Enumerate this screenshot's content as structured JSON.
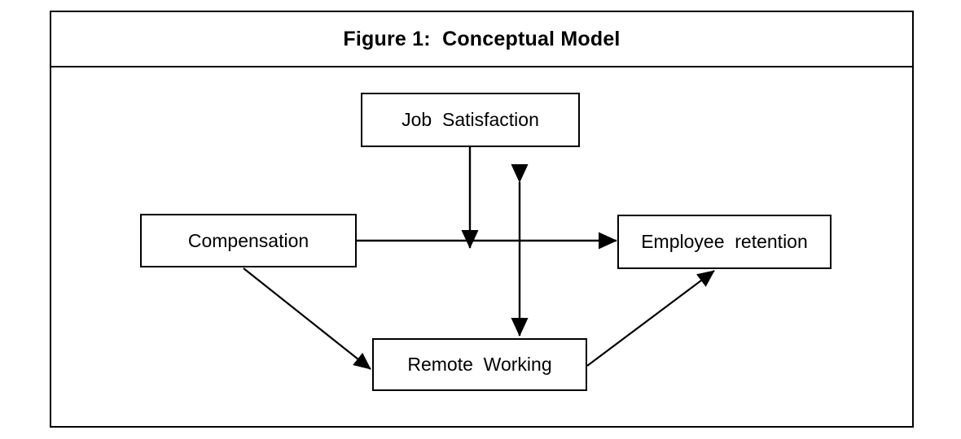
{
  "figure": {
    "title": "Figure 1:  Conceptual Model",
    "frame_color": "#000000",
    "background_color": "#ffffff"
  },
  "nodes": [
    {
      "id": "job-satisfaction",
      "label": "Job  Satisfaction"
    },
    {
      "id": "compensation",
      "label": "Compensation"
    },
    {
      "id": "employee-retention",
      "label": "Employee  retention"
    },
    {
      "id": "remote-working",
      "label": "Remote  Working"
    }
  ],
  "relationships": [
    {
      "from": "Job  Satisfaction",
      "to": "Compensation -> Employee retention path",
      "direction": "one-way-down"
    },
    {
      "from": "Compensation",
      "to": "Employee  retention",
      "direction": "one-way-right"
    },
    {
      "from": "Compensation",
      "to": "Remote  Working",
      "direction": "one-way-diagonal-down"
    },
    {
      "from": "Remote  Working",
      "to": "Employee  retention",
      "direction": "one-way-diagonal-up"
    },
    {
      "from": "Remote  Working",
      "to": "Job  Satisfaction area",
      "direction": "two-way-vertical"
    }
  ]
}
